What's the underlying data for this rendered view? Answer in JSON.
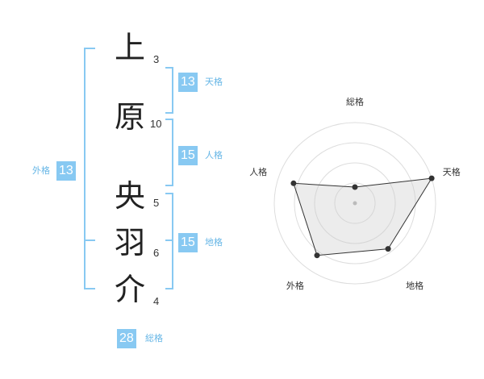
{
  "name_chars": [
    {
      "char": "上",
      "strokes": "3"
    },
    {
      "char": "原",
      "strokes": "10"
    },
    {
      "char": "央",
      "strokes": "5"
    },
    {
      "char": "羽",
      "strokes": "6"
    },
    {
      "char": "介",
      "strokes": "4"
    }
  ],
  "kakusu": {
    "tenkaku": {
      "value": "13",
      "label": "天格"
    },
    "jinkaku": {
      "value": "15",
      "label": "人格"
    },
    "chikaku": {
      "value": "15",
      "label": "地格"
    },
    "gaikaku": {
      "value": "13",
      "label": "外格"
    },
    "soukaku": {
      "value": "28",
      "label": "総格"
    }
  },
  "colors": {
    "accent": "#88c9f2",
    "accent_text": "#66b6e6",
    "bracket": "#88c9f2"
  },
  "chart_data": {
    "type": "radar",
    "axes": [
      "総格",
      "天格",
      "地格",
      "外格",
      "人格"
    ],
    "values": [
      0.2,
      1.0,
      0.7,
      0.8,
      0.8
    ],
    "range": [
      0,
      1
    ],
    "rings": 4,
    "grid": true
  }
}
